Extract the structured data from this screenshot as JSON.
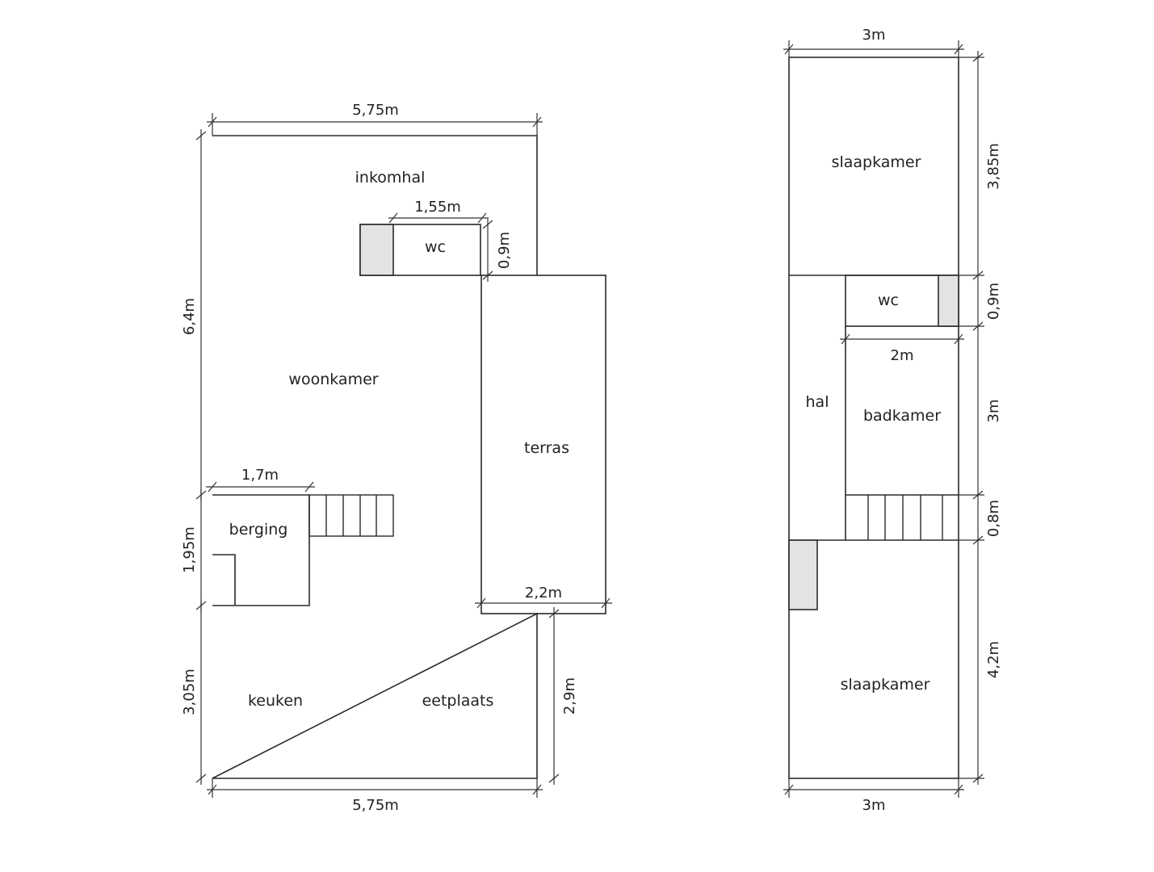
{
  "ground_floor": {
    "rooms": {
      "inkomhal": "inkomhal",
      "wc": "wc",
      "woonkamer": "woonkamer",
      "terras": "terras",
      "berging": "berging",
      "keuken": "keuken",
      "eetplaats": "eetplaats"
    },
    "dimensions": {
      "top_width": "5,75m",
      "bottom_width": "5,75m",
      "wc_width": "1,55m",
      "wc_depth": "0,9m",
      "left_upper_height": "6,4m",
      "berging_width": "1,7m",
      "berging_height": "1,95m",
      "left_lower_height": "3,05m",
      "terras_width": "2,2m",
      "right_lower_height": "2,9m"
    }
  },
  "first_floor": {
    "rooms": {
      "slaapkamer_top": "slaapkamer",
      "wc": "wc",
      "hal": "hal",
      "badkamer": "badkamer",
      "slaapkamer_bottom": "slaapkamer"
    },
    "dimensions": {
      "top_width": "3m",
      "bottom_width": "3m",
      "slaapkamer_top_height": "3,85m",
      "wc_height": "0,9m",
      "badkamer_width": "2m",
      "badkamer_height": "3m",
      "stairs_height": "0,8m",
      "slaapkamer_bottom_height": "4,2m"
    }
  },
  "colors": {
    "wall": "#2a2a2a",
    "fixture_fill": "#e3e3e3",
    "background": "#ffffff"
  }
}
